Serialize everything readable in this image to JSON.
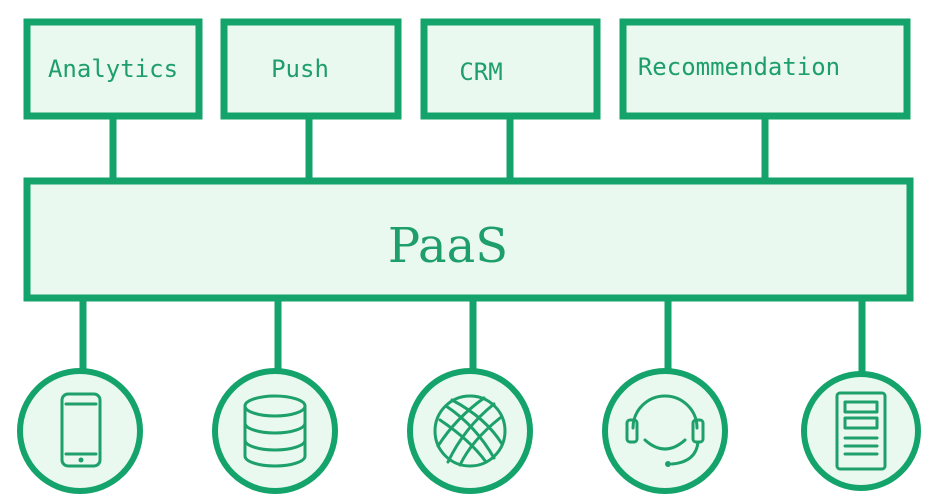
{
  "diagram": {
    "services": [
      {
        "label": "Analytics"
      },
      {
        "label": "Push"
      },
      {
        "label": "CRM"
      },
      {
        "label": "Recommendation"
      }
    ],
    "platform": {
      "label": "PaaS"
    },
    "devices": [
      {
        "icon": "smartphone-icon"
      },
      {
        "icon": "database-icon"
      },
      {
        "icon": "globe-icon"
      },
      {
        "icon": "headset-icon"
      },
      {
        "icon": "server-icon"
      }
    ],
    "colors": {
      "stroke": "#14a36a",
      "fill": "#e9f9ef",
      "text": "#1e9e6a"
    }
  }
}
